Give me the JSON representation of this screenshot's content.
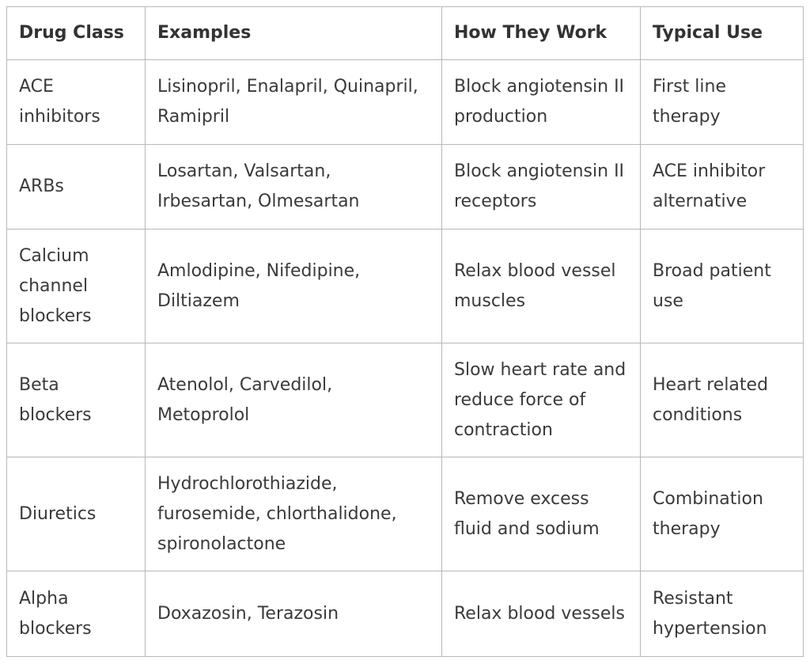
{
  "headers": [
    "Drug Class",
    "Examples",
    "How They Work",
    "Typical Use"
  ],
  "rows": [
    {
      "class": "ACE inhibitors",
      "examples": "Lisinopril, Enalapril, Quinapril, Ramipril",
      "mechanism": "Block angiotensin II production",
      "use": "First line therapy"
    },
    {
      "class": "ARBs",
      "examples": "Losartan, Valsartan, Irbesartan, Olmesartan",
      "mechanism": "Block angiotensin II receptors",
      "use": "ACE inhibitor alternative"
    },
    {
      "class": "Calcium channel blockers",
      "examples": "Amlodipine, Nifedipine, Diltiazem",
      "mechanism": "Relax blood vessel muscles",
      "use": "Broad patient use"
    },
    {
      "class": "Beta blockers",
      "examples": "Atenolol, Carvedilol, Metoprolol",
      "mechanism": "Slow heart rate and reduce force of contraction",
      "use": "Heart related conditions"
    },
    {
      "class": "Diuretics",
      "examples": "Hydrochlorothiazide, furosemide, chlorthalidone, spironolactone",
      "mechanism": "Remove excess fluid and sodium",
      "use": "Combination therapy"
    },
    {
      "class": "Alpha blockers",
      "examples": "Doxazosin, Terazosin",
      "mechanism": "Relax blood vessels",
      "use": "Resistant hypertension"
    }
  ]
}
